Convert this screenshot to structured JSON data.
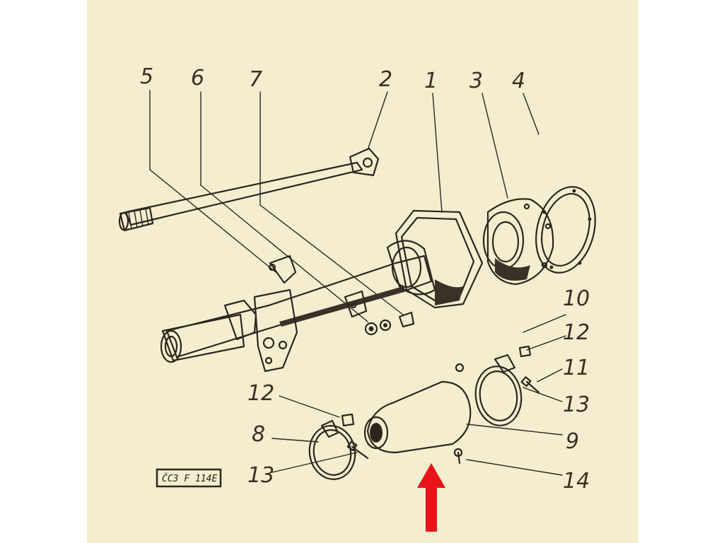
{
  "diagram": {
    "callouts": {
      "c1": "1",
      "c2": "2",
      "c3": "3",
      "c4": "4",
      "c5": "5",
      "c6": "6",
      "c7": "7",
      "c8": "8",
      "c9": "9",
      "c10": "10",
      "c11": "11",
      "c12a": "12",
      "c12b": "12",
      "c13a": "13",
      "c13b": "13",
      "c14": "14"
    },
    "stamp_text": "ČC3 F 114E"
  },
  "colors": {
    "paper": "#f4edcf",
    "ink": "#2d261d",
    "arrow": "#e8141a"
  }
}
